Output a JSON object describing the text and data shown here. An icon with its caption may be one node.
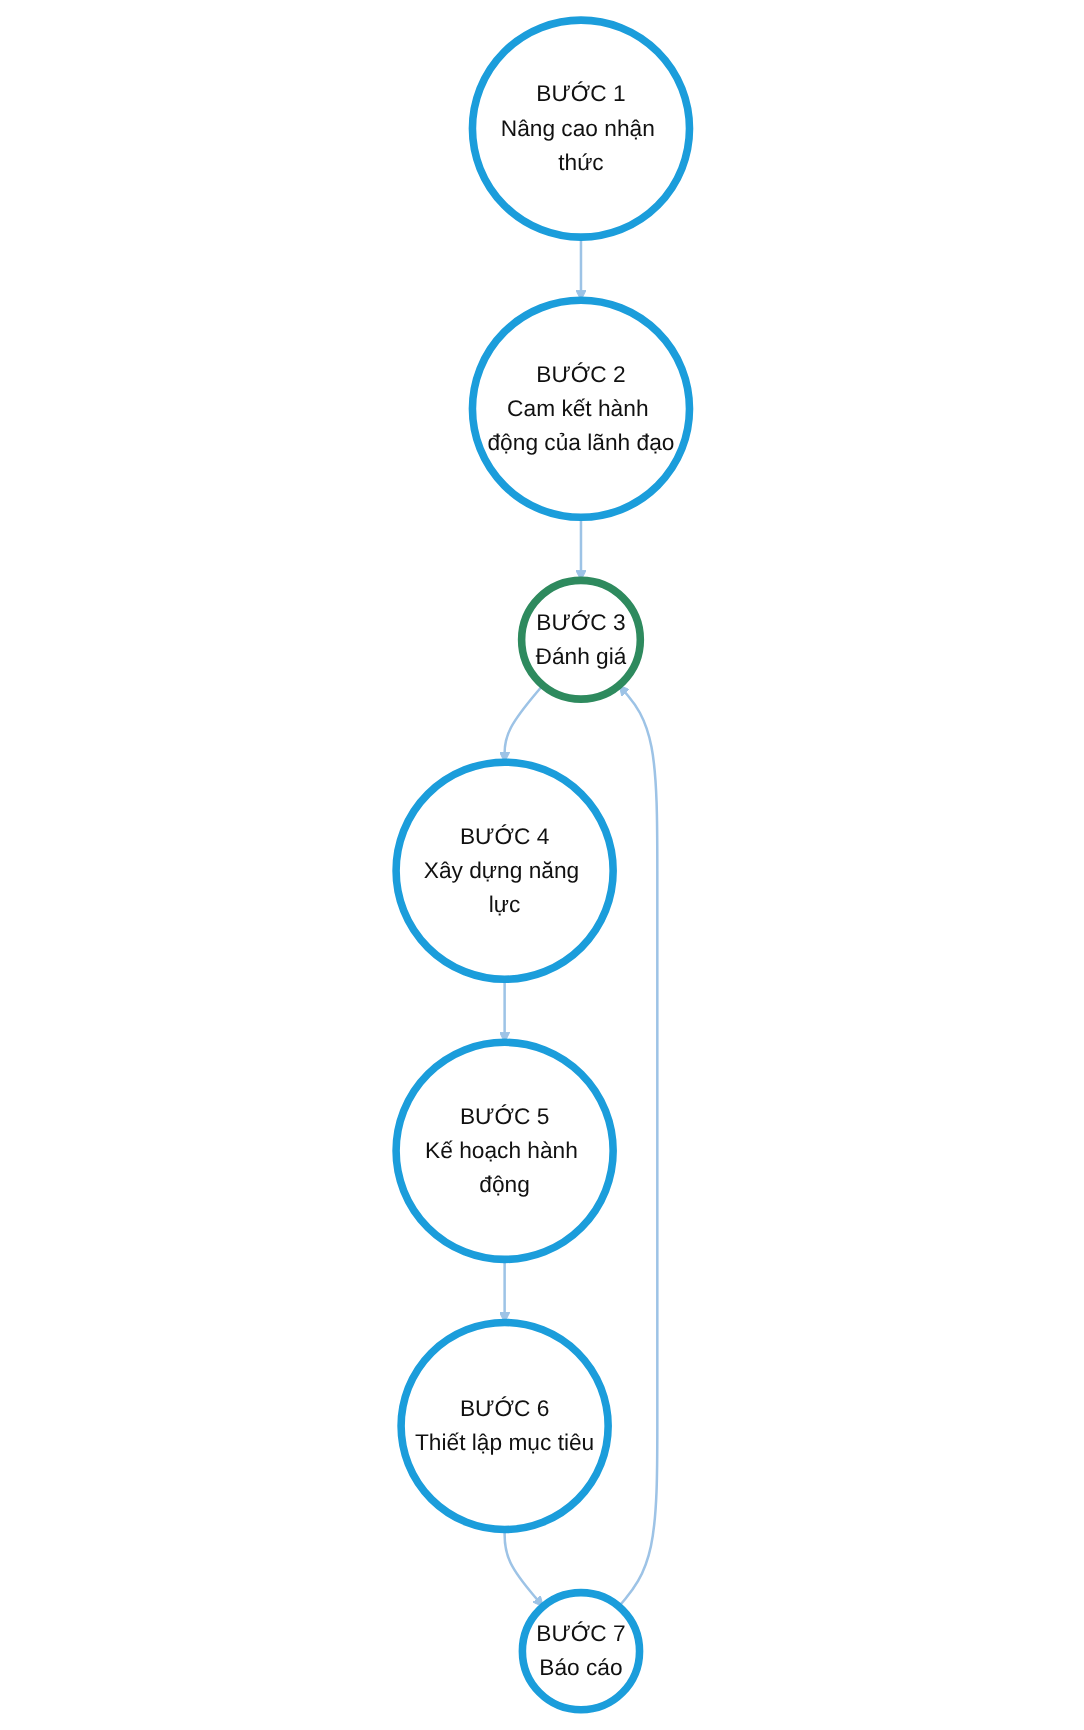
{
  "diagram": {
    "nodes": [
      {
        "text": [
          "BƯỚC 1",
          "Nâng cao nhận thức"
        ]
      },
      {
        "text": [
          "BƯỚC 2",
          "Cam kết hành động của lãnh đạo"
        ]
      },
      {
        "text": [
          "BƯỚC 3",
          "Đánh giá"
        ]
      },
      {
        "text": [
          "BƯỚC 4",
          "Xây dựng năng lực"
        ]
      },
      {
        "text": [
          "BƯỚC 5",
          "Kế hoạch hành động"
        ]
      },
      {
        "text": [
          "BƯỚC 6",
          "Thiết lập mục tiêu"
        ]
      },
      {
        "text": [
          "BƯỚC 7",
          "Báo cáo"
        ]
      }
    ],
    "edges": [
      {
        "from": 0,
        "to": 1,
        "arrow": "to"
      },
      {
        "from": 1,
        "to": 2,
        "arrow": "to"
      },
      {
        "from": 2,
        "to": 3,
        "arrow": "to"
      },
      {
        "from": 3,
        "to": 4,
        "arrow": "to"
      },
      {
        "from": 4,
        "to": 5,
        "arrow": "to"
      },
      {
        "from": 5,
        "to": 6,
        "arrow": "to"
      },
      {
        "from": 6,
        "to": 2,
        "arrow": "to"
      }
    ]
  }
}
